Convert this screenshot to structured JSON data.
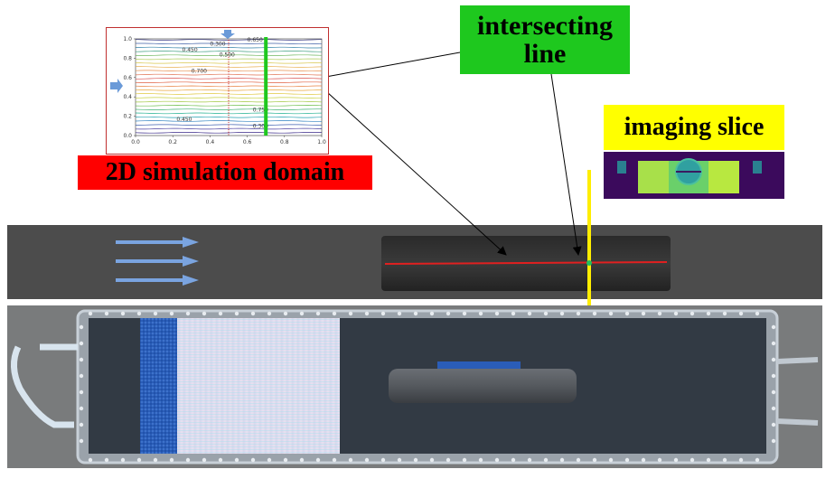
{
  "labels": {
    "intersecting_line": "intersecting\nline",
    "imaging_slice": "imaging slice",
    "simulation_domain": "2D simulation domain"
  },
  "chart_data": {
    "type": "contour",
    "x_ticks": [
      "0.0",
      "0.2",
      "0.4",
      "0.6",
      "0.8",
      "1.0"
    ],
    "y_ticks": [
      "0.0",
      "0.2",
      "0.4",
      "0.6",
      "0.8",
      "1.0"
    ],
    "xlim": [
      0,
      1
    ],
    "ylim": [
      0,
      1
    ],
    "intersecting_line_x": 0.7,
    "contour_labels": [
      {
        "text": "0.650",
        "x": 0.6,
        "y": 0.97
      },
      {
        "text": "0.300",
        "x": 0.4,
        "y": 0.93
      },
      {
        "text": "0.450",
        "x": 0.25,
        "y": 0.87
      },
      {
        "text": "0.500",
        "x": 0.45,
        "y": 0.82
      },
      {
        "text": "0.700",
        "x": 0.3,
        "y": 0.65
      },
      {
        "text": "0.450",
        "x": 0.22,
        "y": 0.15
      },
      {
        "text": "0.300",
        "x": 0.63,
        "y": 0.08
      },
      {
        "text": "0.750",
        "x": 0.63,
        "y": 0.25
      }
    ],
    "contour_levels": [
      0.03,
      0.07,
      0.11,
      0.15,
      0.19,
      0.23,
      0.27,
      0.31,
      0.35,
      0.39,
      0.43,
      0.47,
      0.51,
      0.55,
      0.59,
      0.63,
      0.67,
      0.71,
      0.75,
      0.79,
      0.83,
      0.87,
      0.91,
      0.95,
      0.99
    ],
    "contour_colors": [
      "#3b2b8a",
      "#4a3fa0",
      "#3d5fb0",
      "#2f80c0",
      "#20a0b0",
      "#20b090",
      "#40b070",
      "#70c050",
      "#a0c840",
      "#c8d040",
      "#e0c840",
      "#e8a840",
      "#e88040",
      "#e06040",
      "#d85050",
      "#e07050",
      "#e89050",
      "#e8b050",
      "#d8c850",
      "#a8c850",
      "#70b860",
      "#40a080",
      "#3080a8",
      "#4060a8",
      "#40408a"
    ]
  }
}
